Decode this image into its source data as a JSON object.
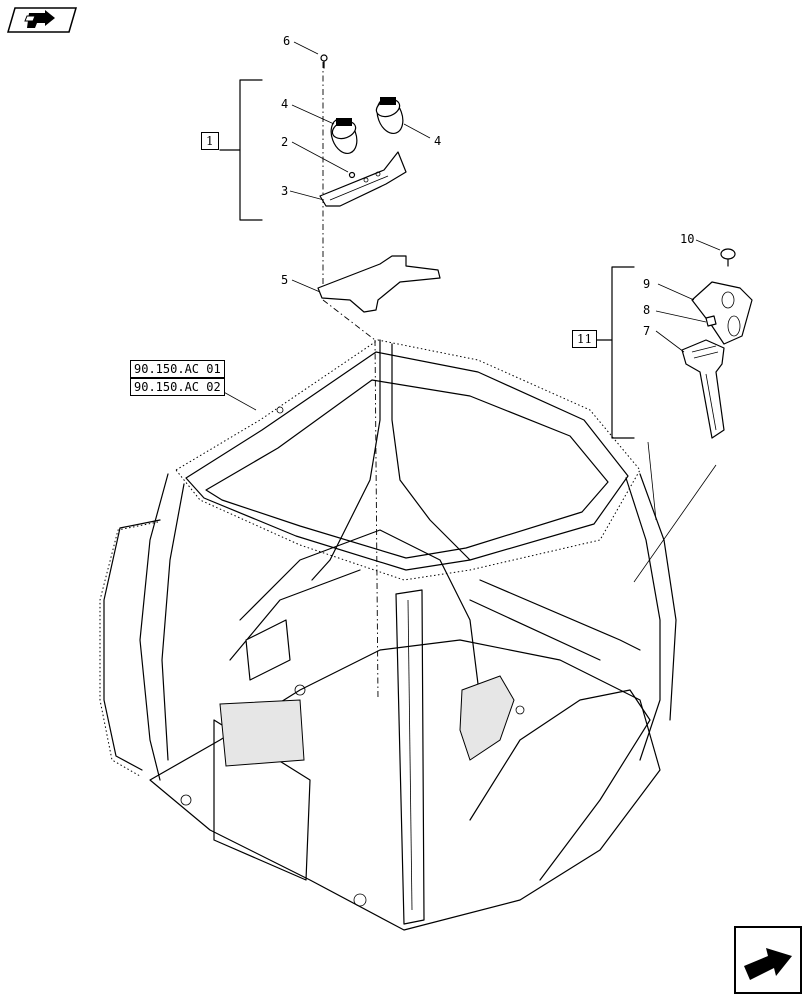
{
  "diagram": {
    "callouts": [
      {
        "id": "c6",
        "label": "6"
      },
      {
        "id": "c4a",
        "label": "4"
      },
      {
        "id": "c4b",
        "label": "4"
      },
      {
        "id": "c2",
        "label": "2"
      },
      {
        "id": "c3",
        "label": "3"
      },
      {
        "id": "c5",
        "label": "5"
      },
      {
        "id": "c10",
        "label": "10"
      },
      {
        "id": "c9",
        "label": "9"
      },
      {
        "id": "c8",
        "label": "8"
      },
      {
        "id": "c7",
        "label": "7"
      }
    ],
    "group_boxes": {
      "group_1": "1",
      "group_11": "11"
    },
    "references": [
      "90.150.AC 01",
      "90.150.AC 02"
    ]
  },
  "navigation": {
    "top_left": {
      "icon": "book-arrow-icon"
    },
    "bottom_right": {
      "icon": "next-page-arrow-icon"
    }
  }
}
